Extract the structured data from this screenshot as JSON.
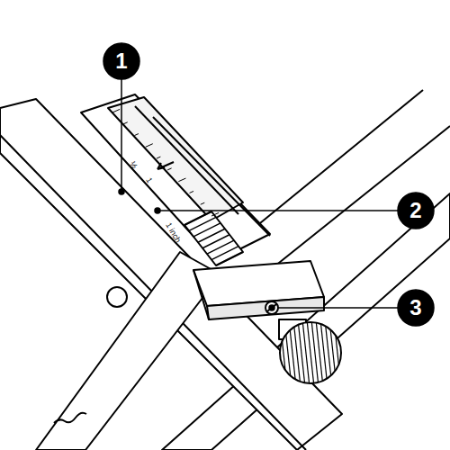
{
  "diagram": {
    "labels": [
      "1",
      "2",
      "3",
      "½",
      "1",
      "1 inch"
    ]
  }
}
